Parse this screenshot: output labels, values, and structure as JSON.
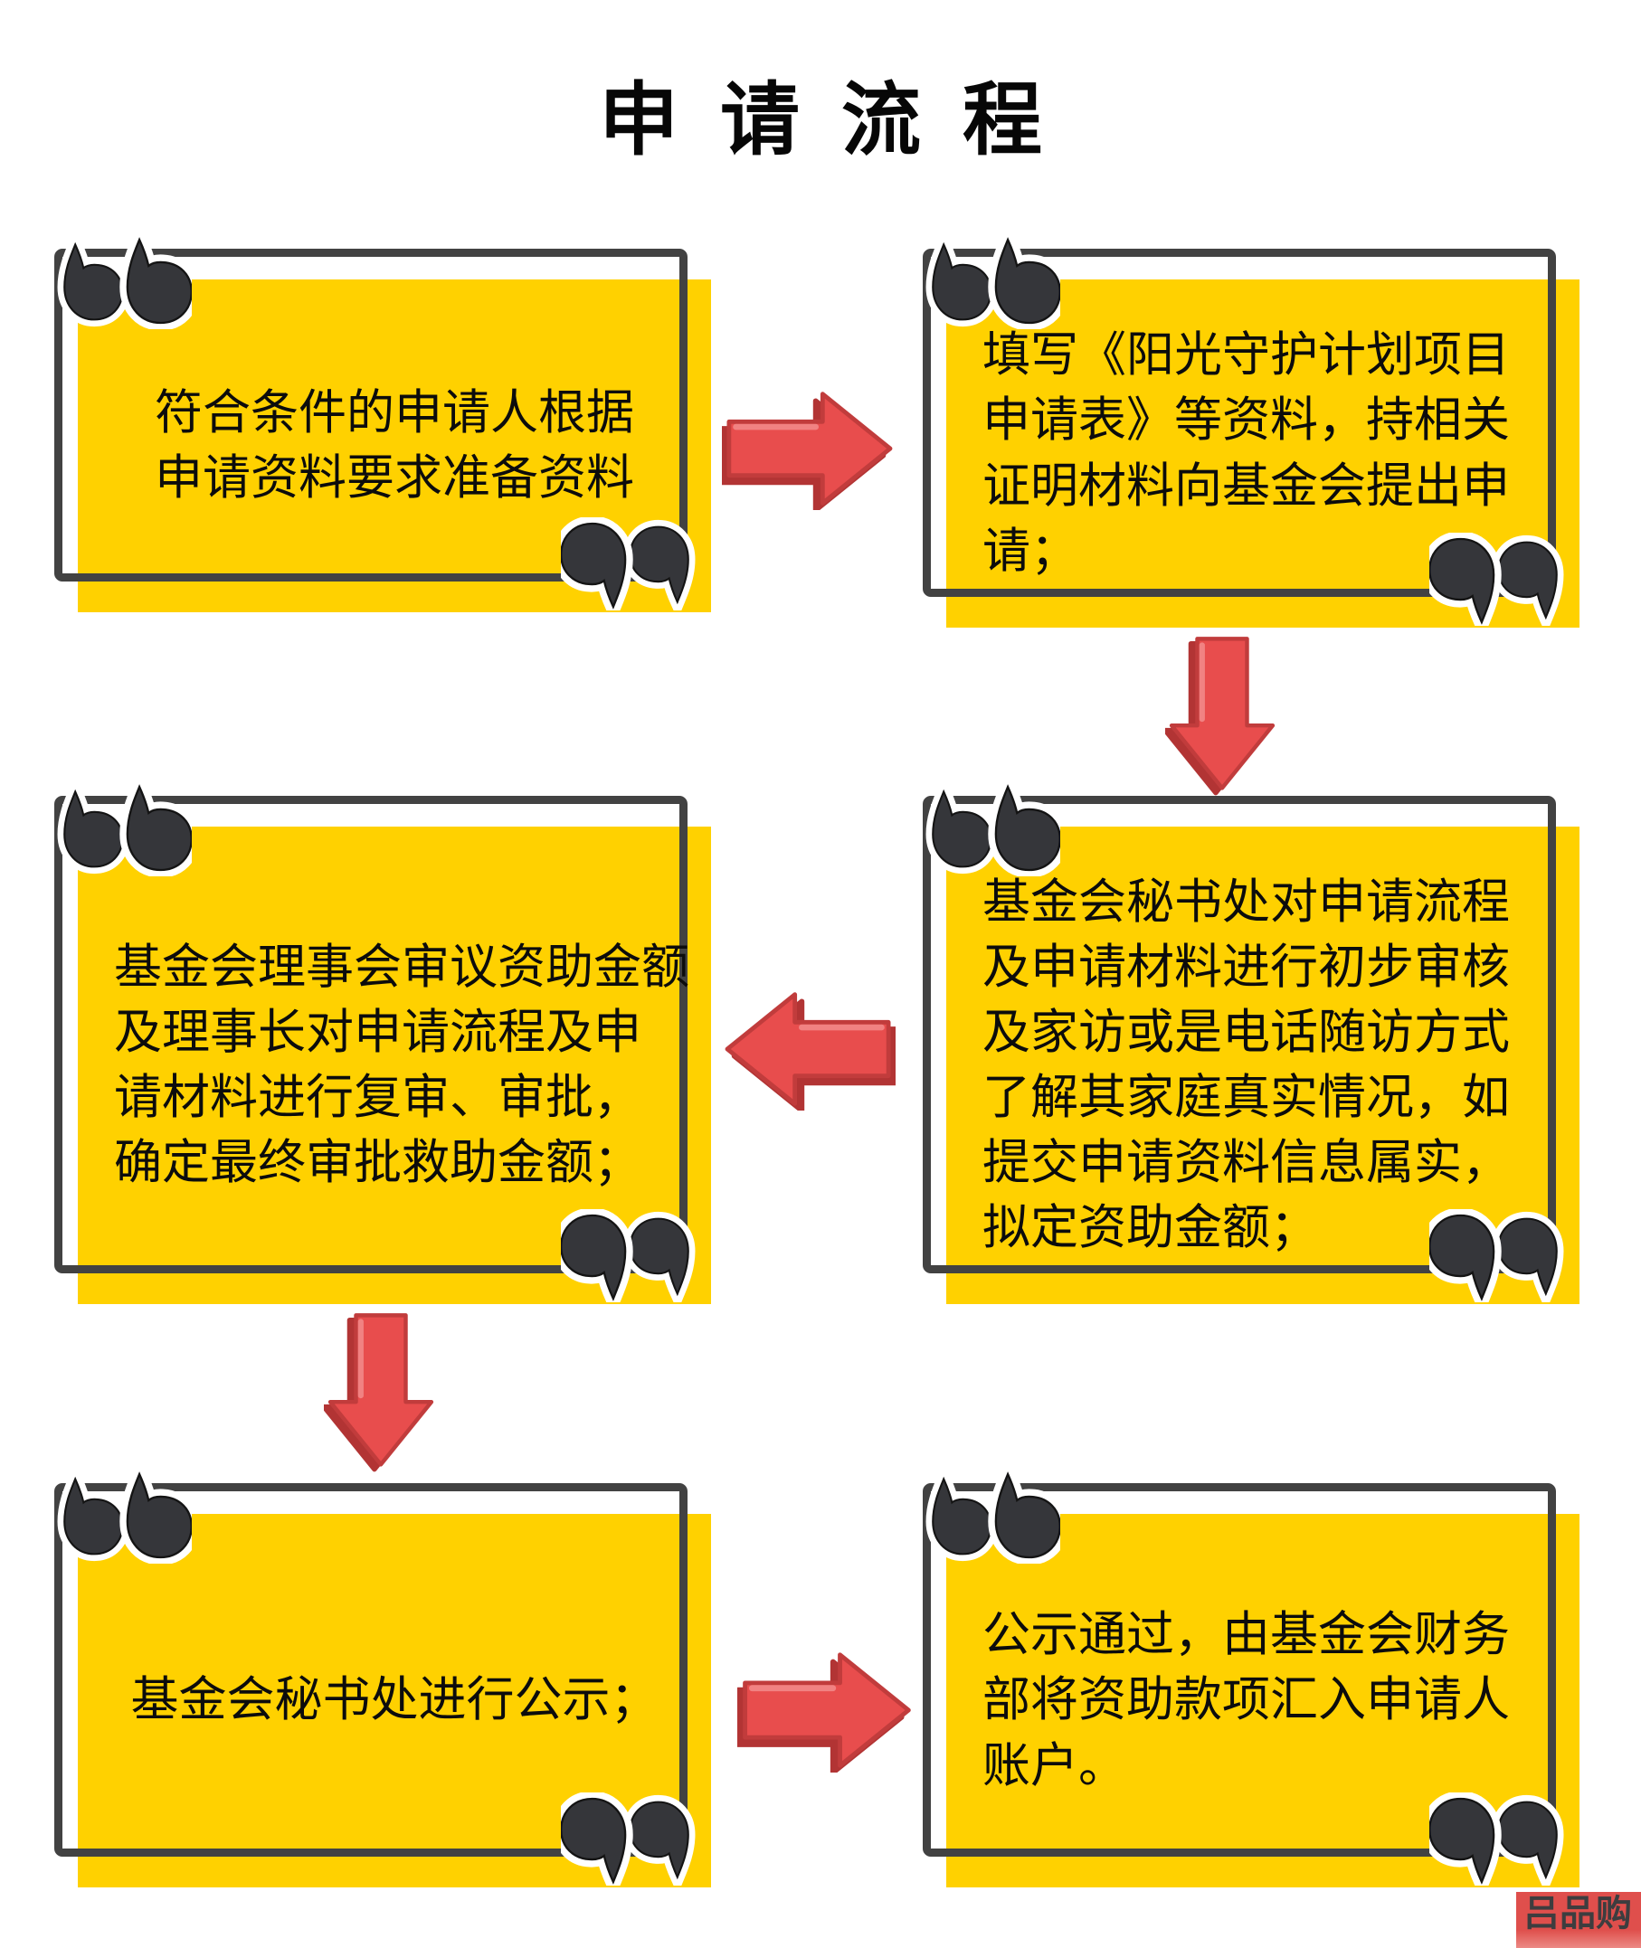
{
  "title": "申请流程",
  "boxes": [
    {
      "id": "prepare",
      "text": "符合条件的申请人根据\n申请资料要求准备资料"
    },
    {
      "id": "submit",
      "text": "填写《阳光守护计划项目\n申请表》等资料，持相关\n证明材料向基金会提出申\n请；"
    },
    {
      "id": "review",
      "text": "基金会秘书处对申请流程\n及申请材料进行初步审核\n及家访或是电话随访方式\n了解其家庭真实情况，如\n提交申请资料信息属实，\n拟定资助金额；"
    },
    {
      "id": "approve",
      "text": "基金会理事会审议资助金额\n及理事长对申请流程及申\n请材料进行复审、审批，\n确定最终审批救助金额；"
    },
    {
      "id": "publicity",
      "text": "基金会秘书处进行公示；"
    },
    {
      "id": "transfer",
      "text": "公示通过，由基金会财务\n部将资助款项汇入申请人\n账户。"
    }
  ],
  "watermark": {
    "left_text": "吕品",
    "right_text": "购"
  },
  "colors": {
    "yellow": "#FFD100",
    "frame": "#424242",
    "quote": "#35363A",
    "arrow": "#E84D4D",
    "arrow_outline": "#C13C3C",
    "arrow_shadow": "#B23434",
    "watermark_bg": "#DF4F4C"
  }
}
